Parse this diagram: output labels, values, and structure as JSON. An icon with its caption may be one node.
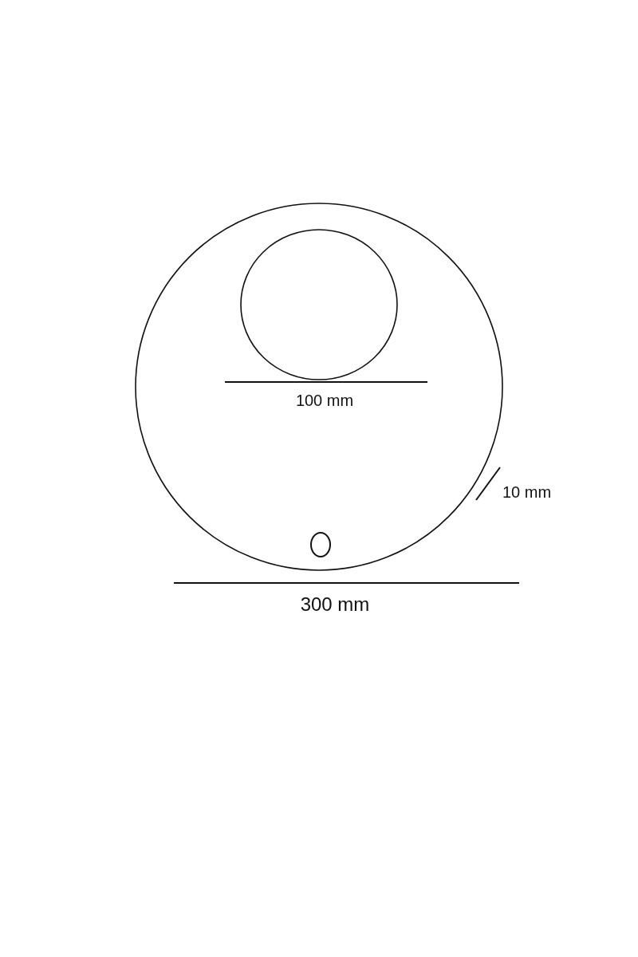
{
  "diagram": {
    "labels": [
      "100 mm",
      "10 mm",
      "300 mm"
    ]
  }
}
